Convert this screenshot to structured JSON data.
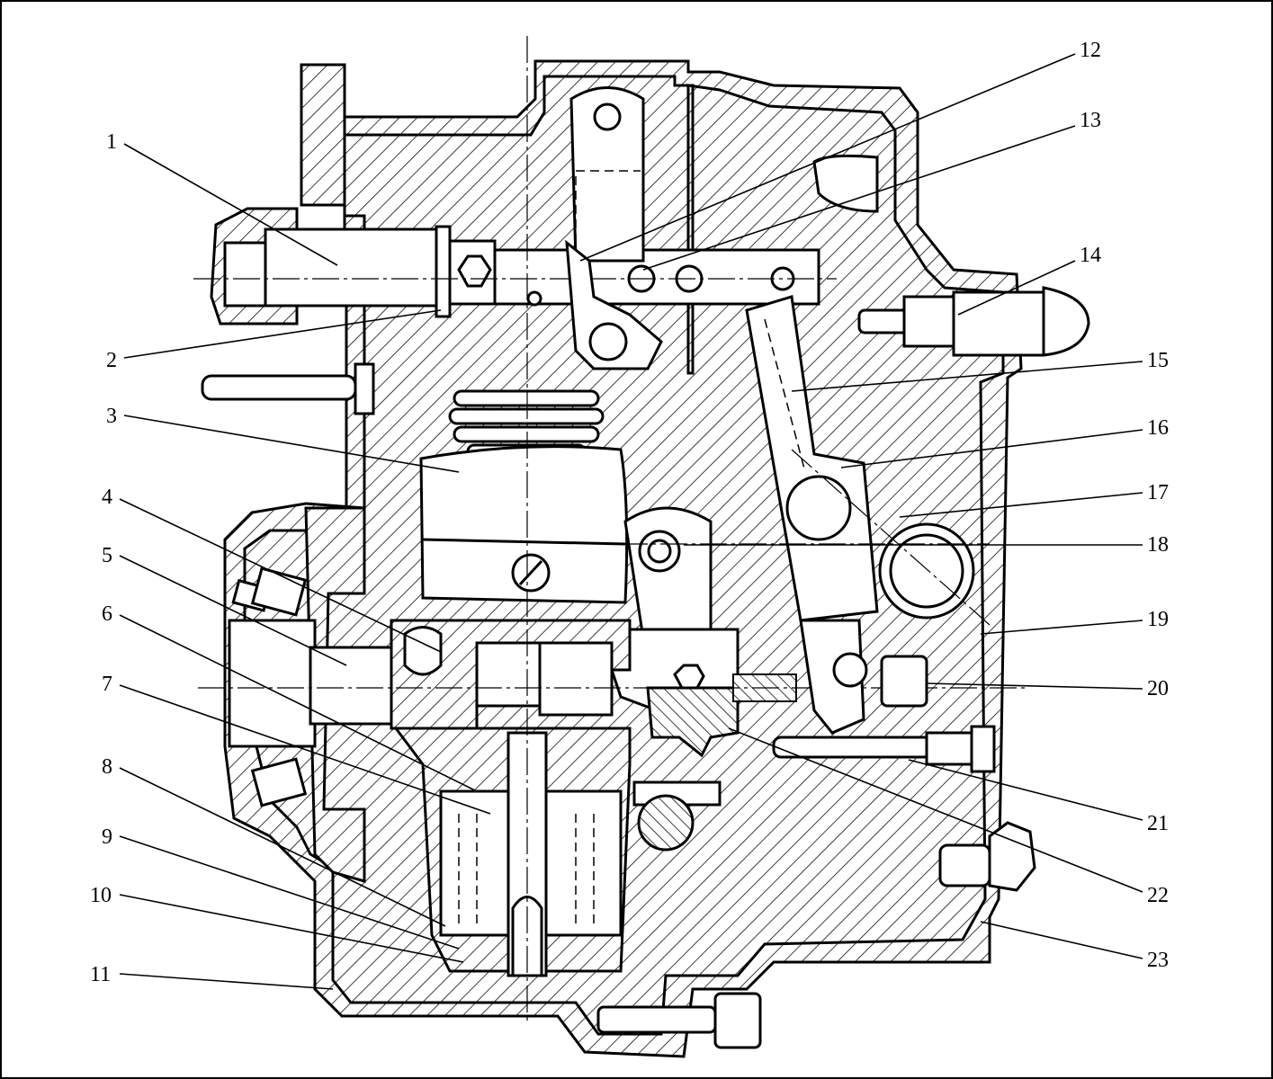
{
  "figure": {
    "callouts": [
      "1",
      "2",
      "3",
      "4",
      "5",
      "6",
      "7",
      "8",
      "9",
      "10",
      "11",
      "12",
      "13",
      "14",
      "15",
      "16",
      "17",
      "18",
      "19",
      "20",
      "21",
      "22",
      "23"
    ]
  }
}
